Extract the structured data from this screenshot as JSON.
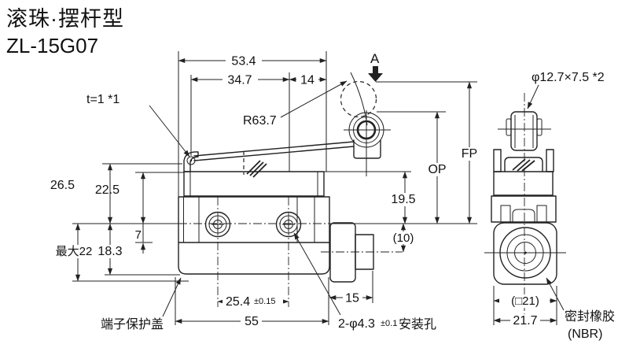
{
  "title": {
    "line1": "滚珠·摆杆型",
    "line2": "ZL-15G07"
  },
  "colors": {
    "line": "#222222",
    "background": "#ffffff"
  },
  "front_view": {
    "dims": {
      "overall_width": "53.4",
      "lever_length": "34.7",
      "roller_offset": "14",
      "operate_point": "A",
      "lever_thickness": "t=1 *1",
      "lever_radius": "R63.7",
      "fp_label": "FP",
      "op_label": "OP",
      "op_height": "19.5",
      "plunger_center": "(10)",
      "pivot_height": "26.5",
      "housing_height": "22.5",
      "screw_offset": "7",
      "lower_height": "18.3",
      "max_height": "最大22",
      "hole_pitch": "25.4",
      "hole_pitch_tol": "±0.15",
      "body_width": "55",
      "connector_length": "15",
      "mount_hole": "2-φ4.3",
      "mount_hole_tol": "±0.1",
      "mount_hole_suffix": "安装孔",
      "terminal_cover": "端子保护盖"
    }
  },
  "side_view": {
    "dims": {
      "roller_spec": "φ12.7×7.5  *2",
      "face_square": "(□21)",
      "overall_width": "21.7",
      "seal_line1": "密封橡胶",
      "seal_line2": "(NBR)"
    }
  }
}
